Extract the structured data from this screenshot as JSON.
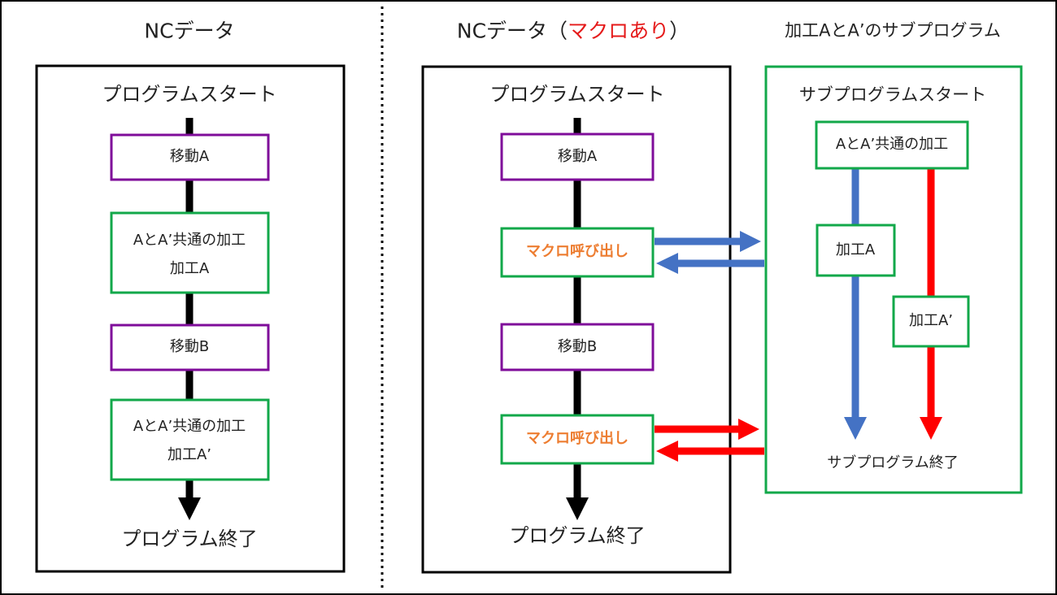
{
  "left": {
    "title": "NCデータ",
    "start": "プログラムスタート",
    "end": "プログラム終了",
    "boxes": [
      {
        "lines": [
          "移動A"
        ]
      },
      {
        "lines": [
          "AとA’共通の加工",
          "加工A"
        ]
      },
      {
        "lines": [
          "移動B"
        ]
      },
      {
        "lines": [
          "AとA’共通の加工",
          "加工A’"
        ]
      }
    ]
  },
  "middle": {
    "title_prefix": "NCデータ（",
    "title_highlight": "マクロあり",
    "title_suffix": "）",
    "start": "プログラムスタート",
    "end": "プログラム終了",
    "boxes": [
      {
        "label": "移動A"
      },
      {
        "label": "マクロ呼び出し"
      },
      {
        "label": "移動B"
      },
      {
        "label": "マクロ呼び出し"
      }
    ]
  },
  "right": {
    "title": "加工AとA’のサブプログラム",
    "start": "サブプログラムスタート",
    "end": "サブプログラム終了",
    "common": "AとA’共通の加工",
    "branch_a": "加工A",
    "branch_b": "加工A’"
  },
  "colors": {
    "purple": "#7f0c9a",
    "green": "#12a84a",
    "blue": "#4472c4",
    "red": "#ff0000",
    "macro_text": "#ed7d31",
    "highlight": "#e51a1a"
  }
}
